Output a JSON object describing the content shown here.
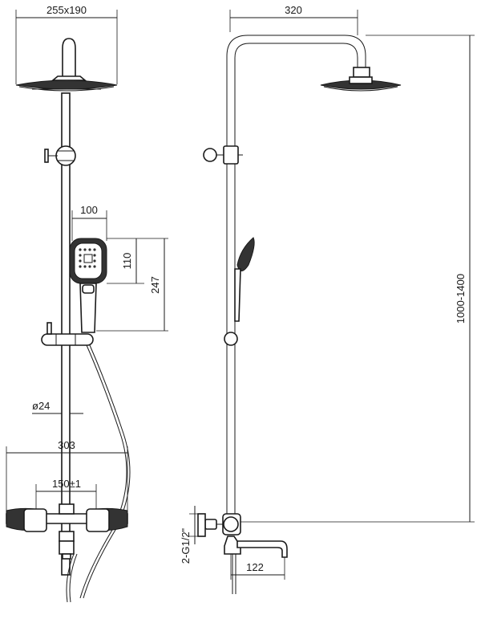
{
  "front_view": {
    "head_size": "255x190",
    "hand_shower_width": "100",
    "hand_shower_head": "110",
    "hand_shower_length": "247",
    "rail_diameter": "ø24",
    "mixer_width": "303",
    "mixer_centers": "150±1"
  },
  "side_view": {
    "arm_reach": "320",
    "height_range": "1000-1400",
    "thread": "2-G1/2\"",
    "spout_reach": "122"
  }
}
